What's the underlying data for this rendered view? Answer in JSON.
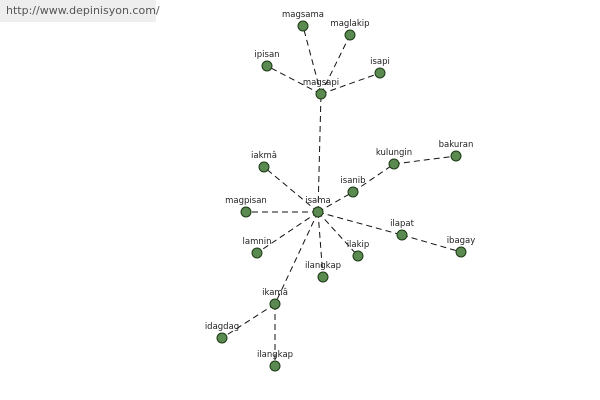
{
  "site_url": "http://www.depinisyon.com/",
  "colors": {
    "node_fill": "#5a8a4f",
    "node_stroke": "#1d3a16",
    "edge": "#111111",
    "label": "#222222",
    "url_bg": "#eeeeee"
  },
  "graph": {
    "nodes": [
      {
        "id": "magsama",
        "label": "magsama"
      },
      {
        "id": "maglakip",
        "label": "maglakip"
      },
      {
        "id": "ipisan",
        "label": "ipisan"
      },
      {
        "id": "isapi",
        "label": "isapi"
      },
      {
        "id": "magsapi",
        "label": "magsapi"
      },
      {
        "id": "iakma",
        "label": "iakmâ"
      },
      {
        "id": "kulungin",
        "label": "kulungin"
      },
      {
        "id": "bakuran",
        "label": "bakuran"
      },
      {
        "id": "isanib",
        "label": "isanib"
      },
      {
        "id": "magpisan",
        "label": "magpisan"
      },
      {
        "id": "isama",
        "label": "isama"
      },
      {
        "id": "ilapat",
        "label": "ilapat"
      },
      {
        "id": "ibagay",
        "label": "ibagay"
      },
      {
        "id": "lamnin",
        "label": "lamnin"
      },
      {
        "id": "ilakip",
        "label": "ilakip"
      },
      {
        "id": "ilangkap1",
        "label": "ilangkap"
      },
      {
        "id": "ikama",
        "label": "ikamâ"
      },
      {
        "id": "idagdag",
        "label": "idagdag"
      },
      {
        "id": "ilangkap2",
        "label": "ilangkap"
      }
    ],
    "edges": [
      [
        "magsapi",
        "magsama"
      ],
      [
        "magsapi",
        "maglakip"
      ],
      [
        "magsapi",
        "ipisan"
      ],
      [
        "magsapi",
        "isapi"
      ],
      [
        "isama",
        "magsapi"
      ],
      [
        "isama",
        "iakma"
      ],
      [
        "isama",
        "isanib"
      ],
      [
        "isanib",
        "kulungin"
      ],
      [
        "kulungin",
        "bakuran"
      ],
      [
        "isama",
        "magpisan"
      ],
      [
        "isama",
        "ilapat"
      ],
      [
        "ilapat",
        "ibagay"
      ],
      [
        "isama",
        "lamnin"
      ],
      [
        "isama",
        "ilakip"
      ],
      [
        "isama",
        "ilangkap1"
      ],
      [
        "isama",
        "ikama"
      ],
      [
        "ikama",
        "idagdag"
      ],
      [
        "ikama",
        "ilangkap2"
      ]
    ]
  }
}
